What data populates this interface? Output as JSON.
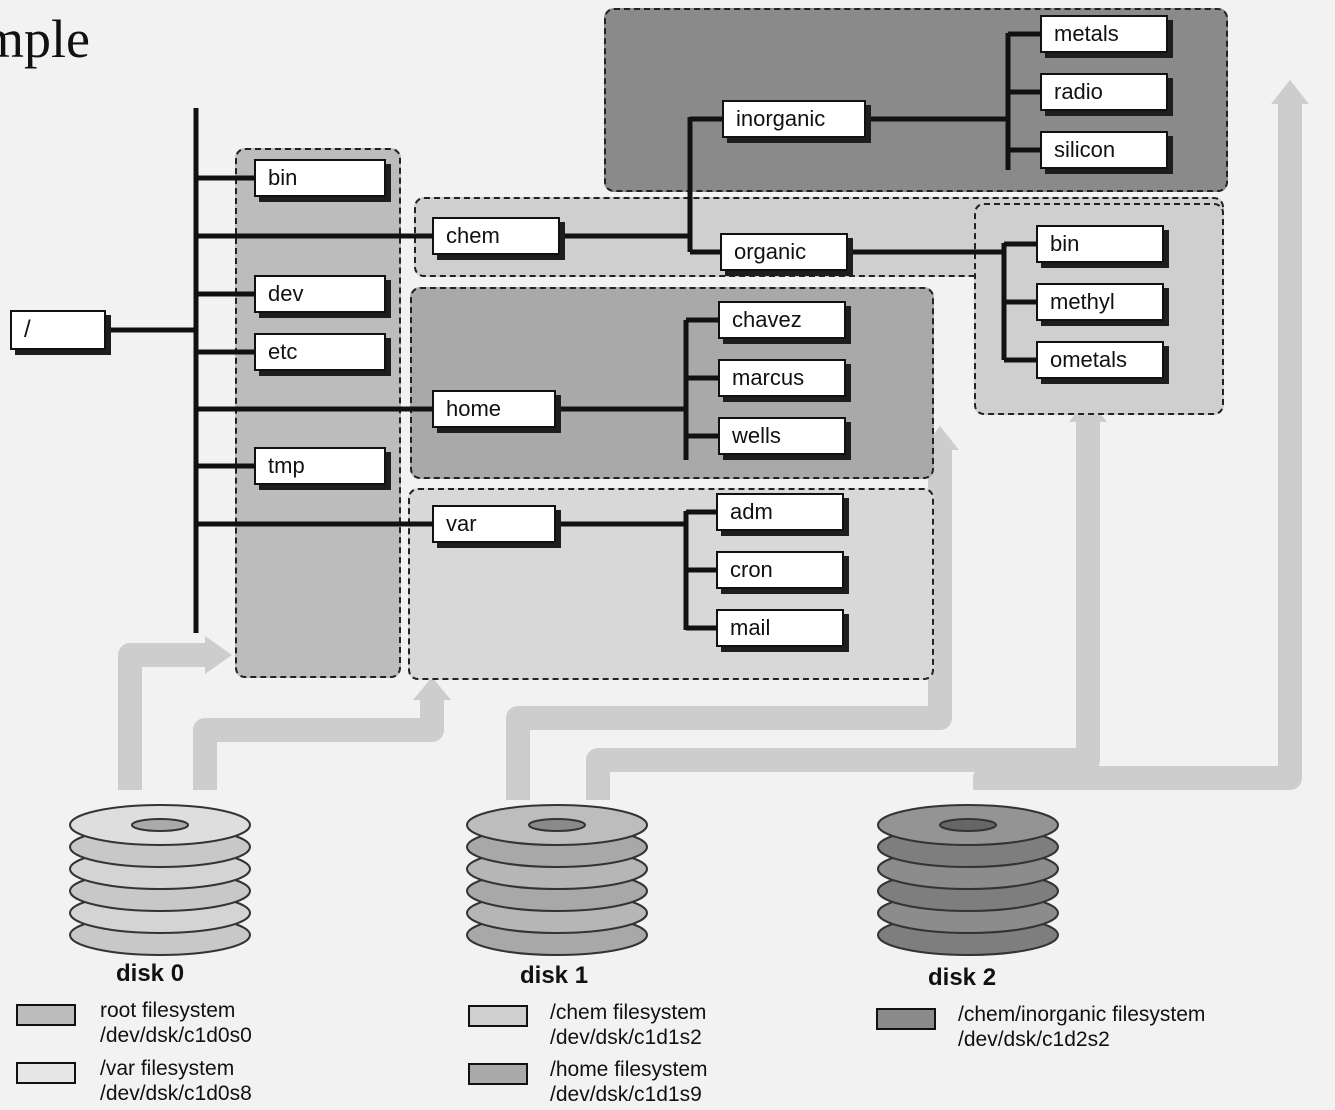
{
  "title_fragment": "Example",
  "colors": {
    "root_fs": "#bcbcbc",
    "var_fs": "#d8d8d8",
    "chem_fs": "#cfcfcf",
    "home_fs": "#a9a9a9",
    "inorganic_fs": "#8a8a8a",
    "arrow": "#cdcdcd",
    "line": "#111111"
  },
  "tree": {
    "root": "/",
    "bin": "bin",
    "dev": "dev",
    "etc": "etc",
    "tmp": "tmp",
    "chem": "chem",
    "home": "home",
    "var": "var",
    "inorganic": "inorganic",
    "organic": "organic",
    "metals": "metals",
    "radio": "radio",
    "silicon": "silicon",
    "organic_bin": "bin",
    "methyl": "methyl",
    "ometals": "ometals",
    "chavez": "chavez",
    "marcus": "marcus",
    "wells": "wells",
    "adm": "adm",
    "cron": "cron",
    "mail": "mail"
  },
  "disks": {
    "disk0": "disk 0",
    "disk1": "disk 1",
    "disk2": "disk 2"
  },
  "legend": {
    "root": {
      "name": "root filesystem",
      "device": "/dev/dsk/c1d0s0"
    },
    "var": {
      "name": "/var filesystem",
      "device": "/dev/dsk/c1d0s8"
    },
    "chem": {
      "name": "/chem filesystem",
      "device": "/dev/dsk/c1d1s2"
    },
    "home": {
      "name": "/home filesystem",
      "device": "/dev/dsk/c1d1s9"
    },
    "inorganic": {
      "name": "/chem/inorganic filesystem",
      "device": "/dev/dsk/c1d2s2"
    }
  }
}
